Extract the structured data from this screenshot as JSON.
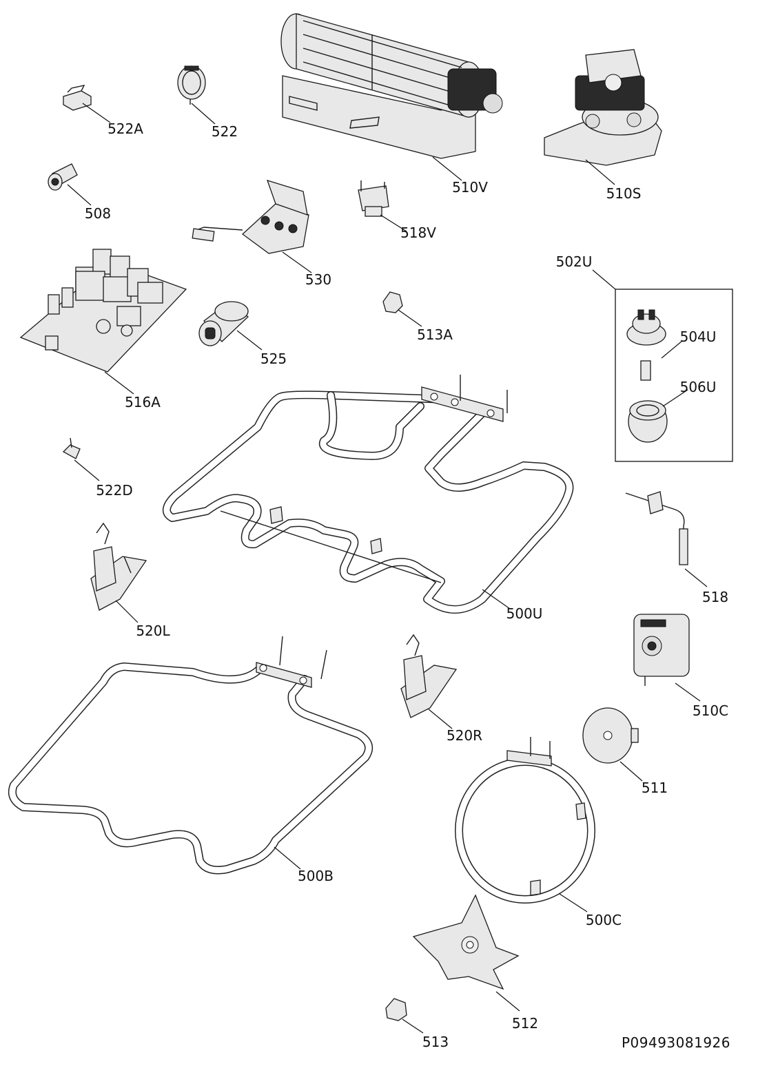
{
  "diagram": {
    "document_id": "P09493081926",
    "callouts": {
      "p522A": "522A",
      "p522": "522",
      "p510V": "510V",
      "p510S": "510S",
      "p508": "508",
      "p530": "530",
      "p518V": "518V",
      "p502U": "502U",
      "p504U": "504U",
      "p506U": "506U",
      "p516A": "516A",
      "p525": "525",
      "p513A": "513A",
      "p522D": "522D",
      "p500U": "500U",
      "p518": "518",
      "p520L": "520L",
      "p510C": "510C",
      "p520R": "520R",
      "p511": "511",
      "p500B": "500B",
      "p500C": "500C",
      "p512": "512",
      "p513": "513"
    }
  }
}
